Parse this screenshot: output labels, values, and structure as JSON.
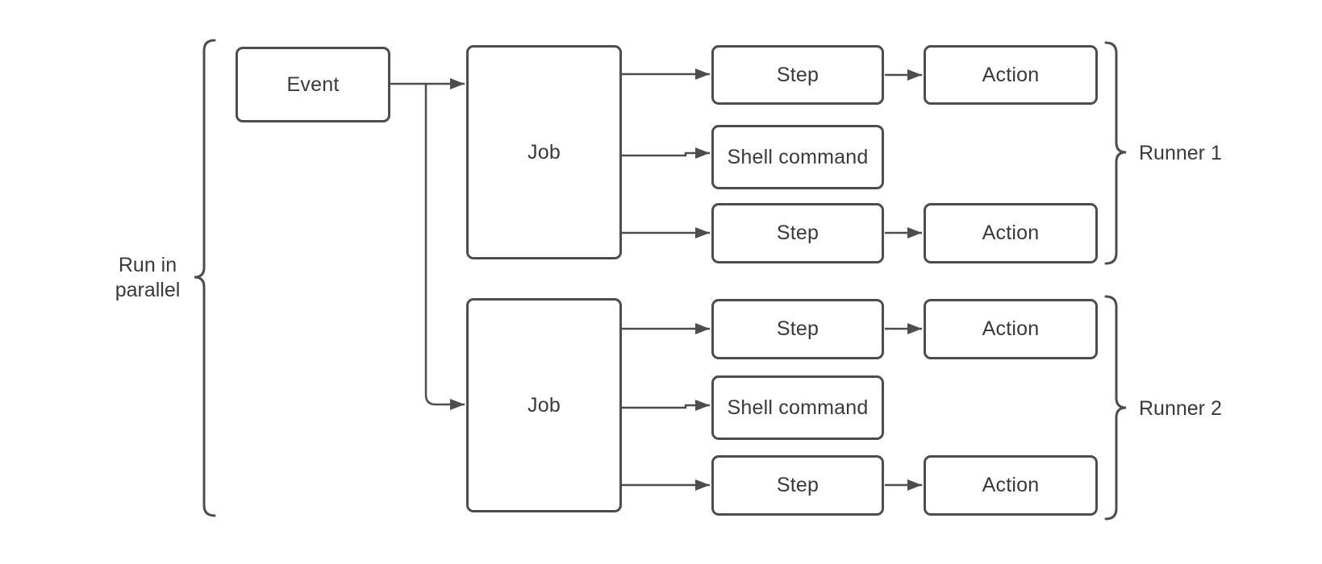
{
  "diagram": {
    "type": "flowchart",
    "description": "Workflow diagram: an Event triggers two Jobs that run in parallel; each Job runs Steps (Actions or Shell commands) on a Runner.",
    "nodes": [
      {
        "id": "event",
        "label": "Event"
      },
      {
        "id": "job-1",
        "label": "Job"
      },
      {
        "id": "job-2",
        "label": "Job"
      },
      {
        "id": "step-1",
        "label": "Step"
      },
      {
        "id": "shell-1",
        "label": "Shell command"
      },
      {
        "id": "step-2",
        "label": "Step"
      },
      {
        "id": "action-1",
        "label": "Action"
      },
      {
        "id": "action-2",
        "label": "Action"
      },
      {
        "id": "step-3",
        "label": "Step"
      },
      {
        "id": "shell-2",
        "label": "Shell command"
      },
      {
        "id": "step-4",
        "label": "Step"
      },
      {
        "id": "action-3",
        "label": "Action"
      },
      {
        "id": "action-4",
        "label": "Action"
      }
    ],
    "annotations": {
      "left_brace_label": "Run in parallel",
      "runner_1_label": "Runner 1",
      "runner_2_label": "Runner 2"
    },
    "edges": [
      "Event -> Job (top)",
      "Event -> Job (bottom)",
      "Job (top) -> Step / Shell command / Step",
      "Job (bottom) -> Step / Shell command / Step",
      "Step -> Action (each step row)"
    ],
    "colors": {
      "stroke": "#4d4d4d",
      "text": "#3a3a3a",
      "background": "#ffffff"
    }
  }
}
